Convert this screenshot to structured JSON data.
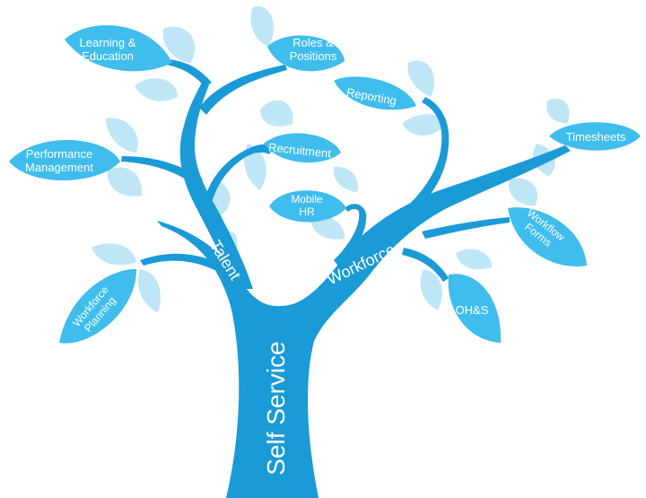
{
  "colors": {
    "trunk": "#1a9ad6",
    "leaf": "#3fbdec",
    "leaf_light": "#bfe6f7",
    "label": "#ffffff"
  },
  "trunk": {
    "label": "Self Service"
  },
  "branches": {
    "left": "Talent",
    "right": "Workforce"
  },
  "leaves": {
    "learning": "Learning &\nEducation",
    "roles": "Roles &\nPositions",
    "reporting": "Reporting",
    "timesheets": "Timesheets",
    "performance": "Performance\nManagement",
    "recruitment": "Recruitment",
    "mobile_hr": "Mobile\nHR",
    "workflow_forms": "Workflow\nForms",
    "workforce_planning": "Workforce\nPlanning",
    "ohs": "OH&S"
  }
}
